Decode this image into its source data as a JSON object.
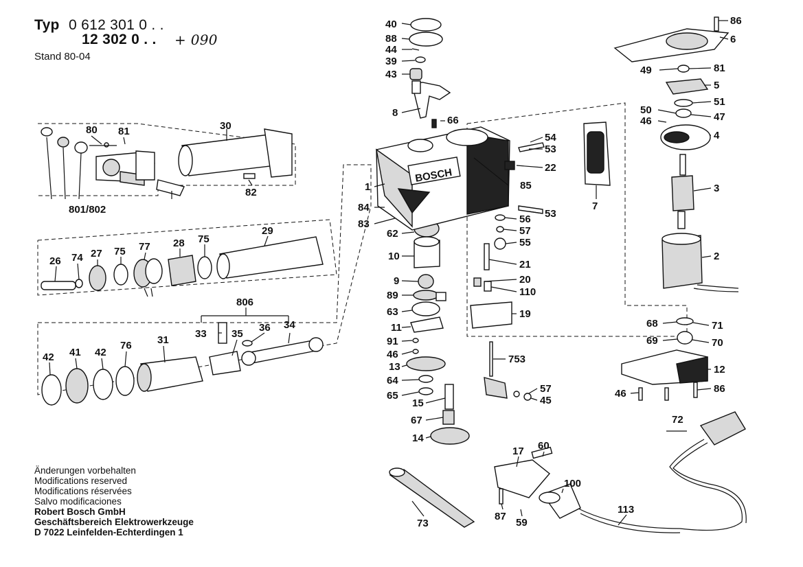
{
  "header": {
    "typ_label": "Typ",
    "number_line1": "0 612 301 0 . .",
    "number_line2": "12 302 0 . .",
    "suffix": "+ 090",
    "stand": "Stand 80-04"
  },
  "footer": {
    "lines": [
      "Änderungen vorbehalten",
      "Modifications reserved",
      "Modifications réservées",
      "Salvo modificaciones"
    ],
    "company": [
      "Robert Bosch GmbH",
      "Geschäftsbereich Elektrowerkzeuge",
      "D 7022 Leinfelden-Echterdingen 1"
    ]
  },
  "housing_logo": "BOSCH",
  "part_numbers": {
    "p40": "40",
    "p88": "88",
    "p44": "44",
    "p39": "39",
    "p43": "43",
    "p8": "8",
    "p66": "66",
    "p1": "1",
    "p84": "84",
    "p83": "83",
    "p85": "85",
    "p62": "62",
    "p10": "10",
    "p9": "9",
    "p89": "89",
    "p63": "63",
    "p11": "11",
    "p91": "91",
    "p46a": "46",
    "p13": "13",
    "p64": "64",
    "p65": "65",
    "p15": "15",
    "p67": "67",
    "p14": "14",
    "p54": "54",
    "p53a": "53",
    "p22": "22",
    "p53b": "53",
    "p56": "56",
    "p57a": "57",
    "p55": "55",
    "p21": "21",
    "p20": "20",
    "p110": "110",
    "p19": "19",
    "p753": "753",
    "p57b": "57",
    "p45": "45",
    "p7": "7",
    "p86a": "86",
    "p6": "6",
    "p49": "49",
    "p81a": "81",
    "p5": "5",
    "p51": "51",
    "p50": "50",
    "p47": "47",
    "p46b": "46",
    "p4": "4",
    "p3": "3",
    "p2": "2",
    "p68": "68",
    "p71": "71",
    "p69": "69",
    "p70": "70",
    "p12": "12",
    "p46c": "46",
    "p86b": "86",
    "p72": "72",
    "p17": "17",
    "p60": "60",
    "p100": "100",
    "p87": "87",
    "p59": "59",
    "p113": "113",
    "p73": "73",
    "p30": "30",
    "p80": "80",
    "p81b": "81",
    "p82": "82",
    "p801": "801/802",
    "p29": "29",
    "p26": "26",
    "p74": "74",
    "p27": "27",
    "p75a": "75",
    "p77": "77",
    "p28": "28",
    "p75b": "75",
    "p806": "806",
    "p33": "33",
    "p35": "35",
    "p36": "36",
    "p34": "34",
    "p42a": "42",
    "p41": "41",
    "p42b": "42",
    "p76": "76",
    "p31": "31"
  }
}
